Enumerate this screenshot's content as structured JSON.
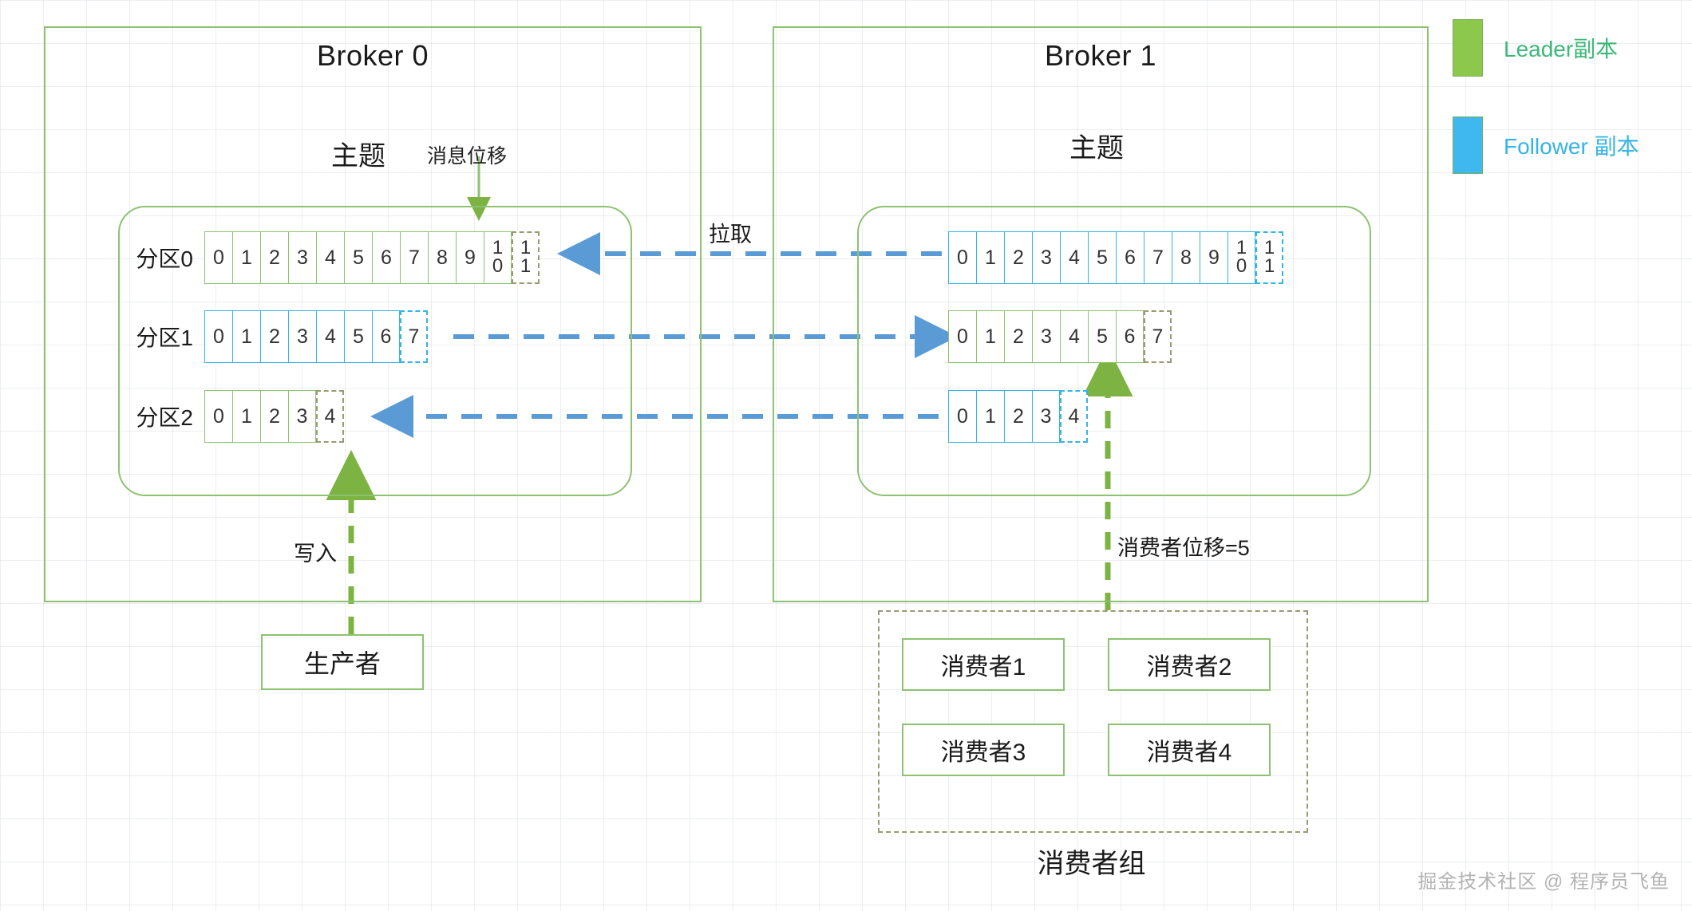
{
  "brokers": [
    {
      "title": "Broker 0",
      "topic_label": "主题",
      "offset_label": "消息位移",
      "partitions": [
        {
          "label": "分区0",
          "role": "leader",
          "solid": [
            "0",
            "1",
            "2",
            "3",
            "4",
            "5",
            "6",
            "7",
            "8",
            "9",
            "10"
          ],
          "dashed": "11"
        },
        {
          "label": "分区1",
          "role": "follower",
          "solid": [
            "0",
            "1",
            "2",
            "3",
            "4",
            "5",
            "6"
          ],
          "dashed": "7"
        },
        {
          "label": "分区2",
          "role": "leader",
          "solid": [
            "0",
            "1",
            "2",
            "3"
          ],
          "dashed": "4"
        }
      ]
    },
    {
      "title": "Broker 1",
      "topic_label": "主题",
      "partitions": [
        {
          "label": "",
          "role": "follower",
          "solid": [
            "0",
            "1",
            "2",
            "3",
            "4",
            "5",
            "6",
            "7",
            "8",
            "9",
            "10"
          ],
          "dashed": "11"
        },
        {
          "label": "",
          "role": "leader",
          "solid": [
            "0",
            "1",
            "2",
            "3",
            "4",
            "5",
            "6"
          ],
          "dashed": "7"
        },
        {
          "label": "",
          "role": "follower",
          "solid": [
            "0",
            "1",
            "2",
            "3"
          ],
          "dashed": "4"
        }
      ]
    }
  ],
  "flow_labels": {
    "pull": "拉取",
    "write": "写入",
    "consumer_offset": "消费者位移=5"
  },
  "producer": {
    "label": "生产者"
  },
  "consumer_group": {
    "group_label": "消费者组",
    "members": [
      "消费者1",
      "消费者2",
      "消费者3",
      "消费者4"
    ]
  },
  "legend": {
    "items": [
      {
        "label": "Leader副本",
        "color": "#8cc84b",
        "text_color": "#3cb878"
      },
      {
        "label": "Follower 副本",
        "color": "#3fb8ef",
        "text_color": "#35b4e3"
      }
    ]
  },
  "watermark": "掘金技术社区 @ 程序员飞鱼",
  "colors": {
    "leader_green": "#8cc271",
    "follower_blue": "#35b4e3",
    "dashed_olive": "#9a9a72",
    "arrow_blue": "#5b9bd5"
  }
}
